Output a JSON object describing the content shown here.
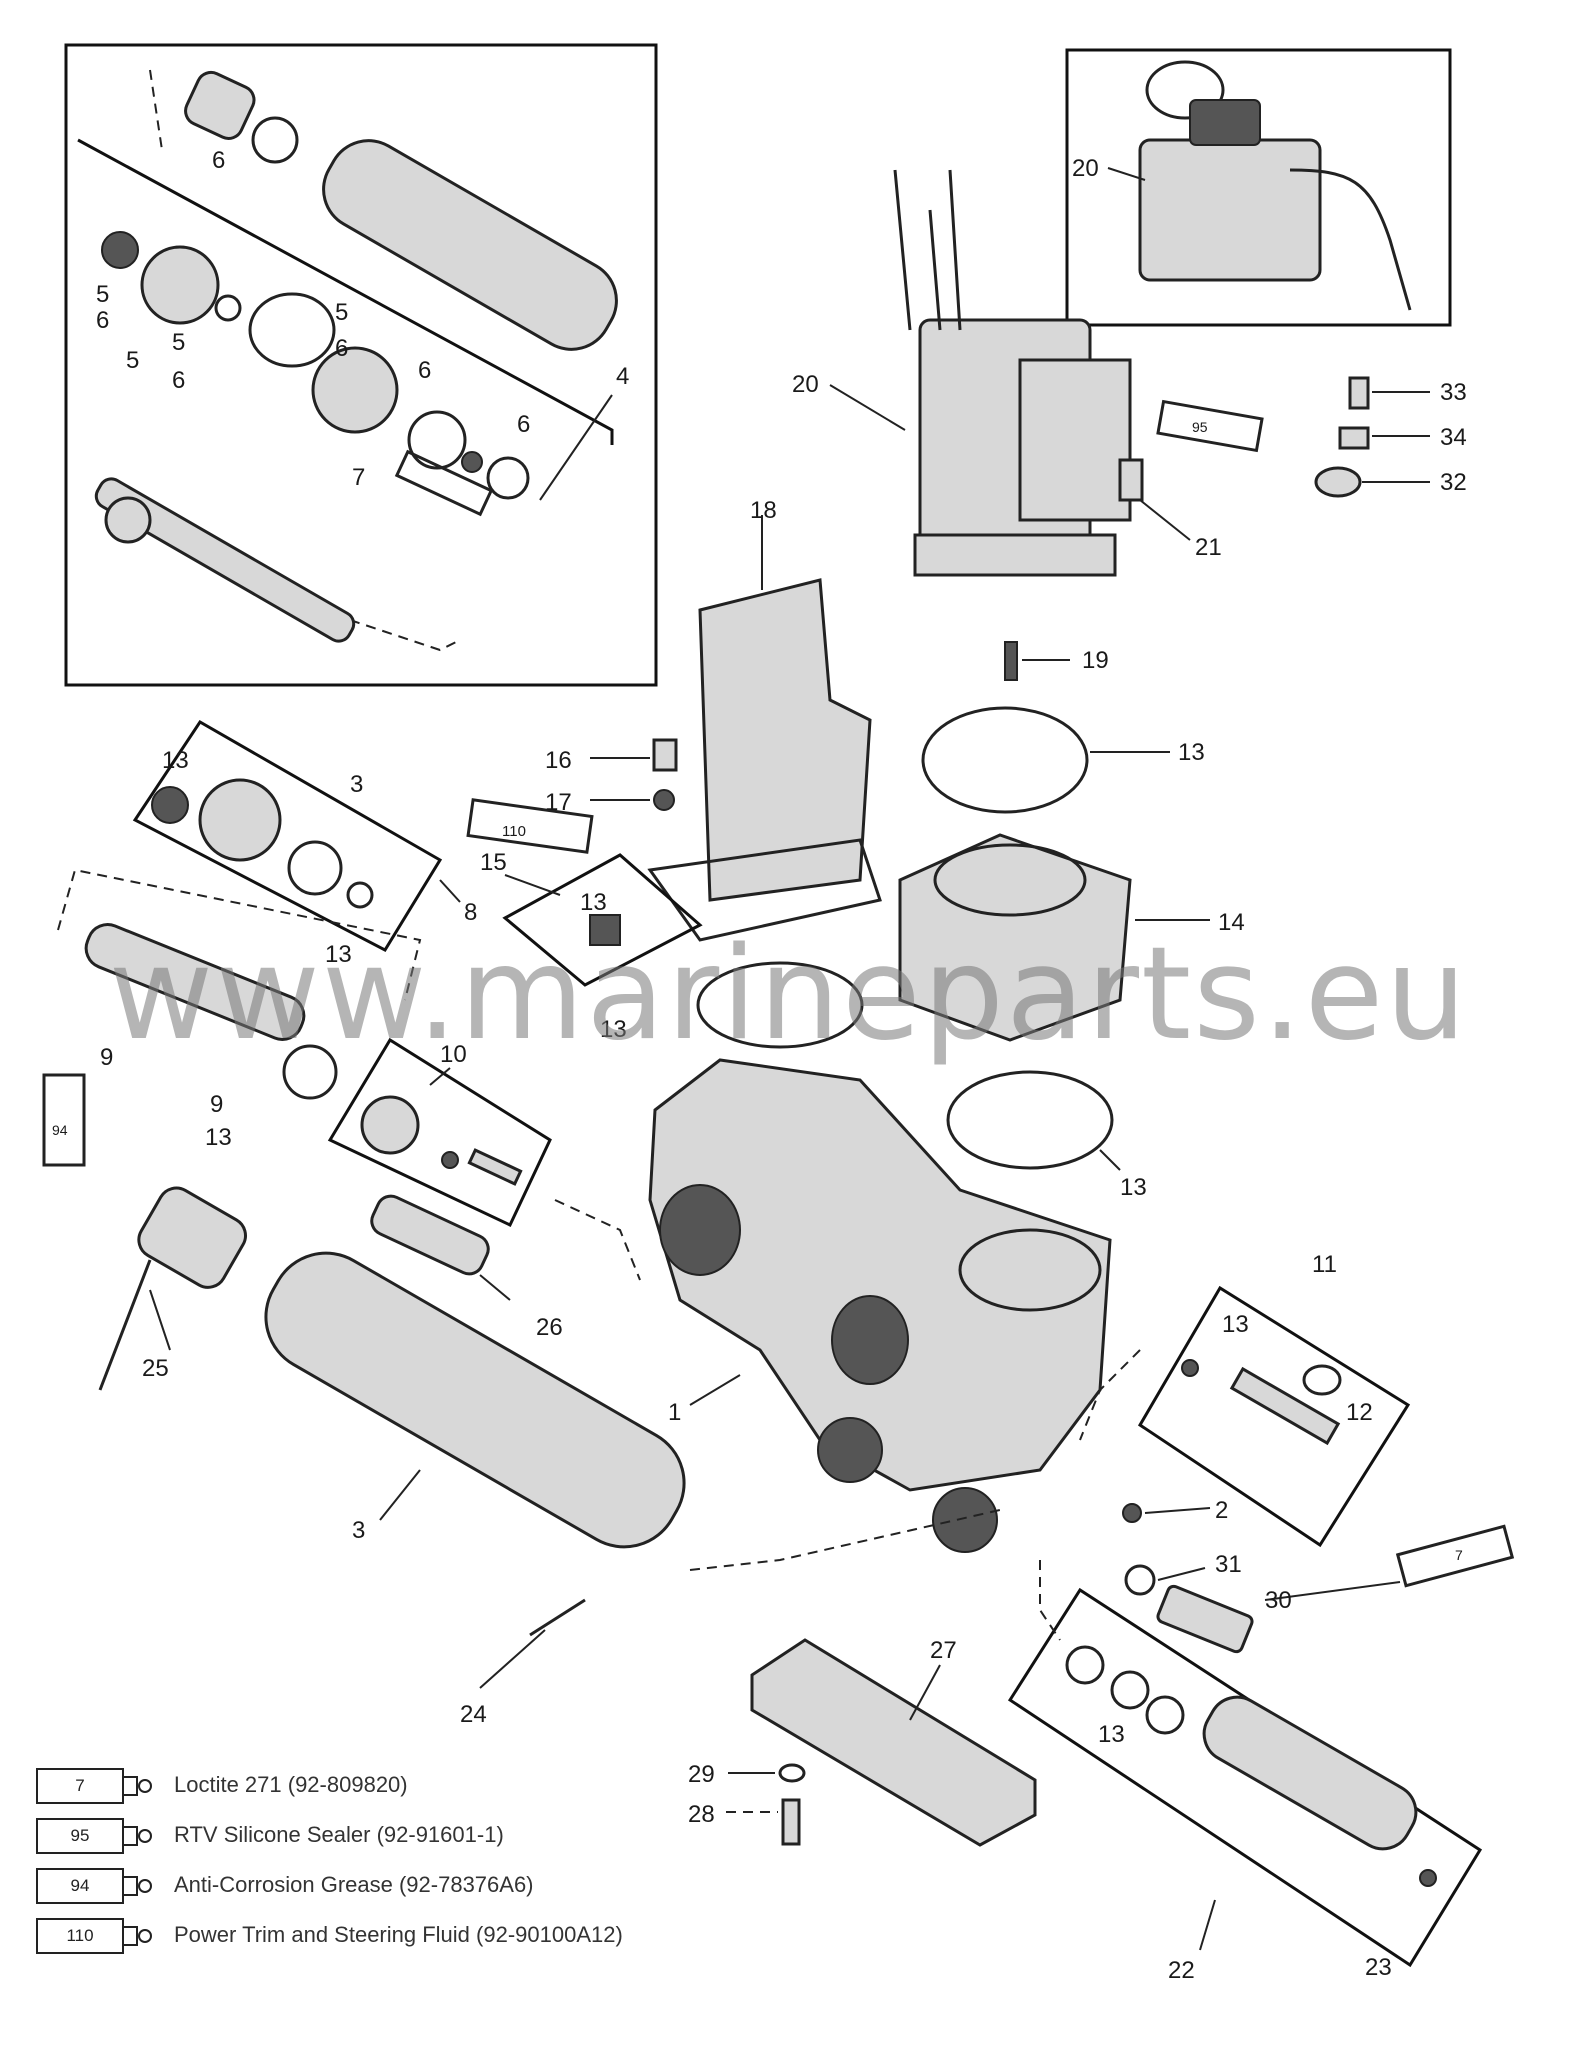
{
  "watermark": "www.marineparts.eu",
  "callouts": {
    "c1": "1",
    "c2": "2",
    "c3a": "3",
    "c3b": "3",
    "c4": "4",
    "c5a": "5",
    "c5b": "5",
    "c5c": "5",
    "c5d": "5",
    "c6a": "6",
    "c6b": "6",
    "c6c": "6",
    "c6d": "6",
    "c6e": "6",
    "c6f": "6",
    "c7": "7",
    "c8": "8",
    "c9a": "9",
    "c9b": "9",
    "c10": "10",
    "c11": "11",
    "c12": "12",
    "c13a": "13",
    "c13b": "13",
    "c13c": "13",
    "c13d": "13",
    "c13e": "13",
    "c13f": "13",
    "c13g": "13",
    "c13h": "13",
    "c13i": "13",
    "c14": "14",
    "c15": "15",
    "c16": "16",
    "c17": "17",
    "c18": "18",
    "c19": "19",
    "c20a": "20",
    "c20b": "20",
    "c21": "21",
    "c22": "22",
    "c23": "23",
    "c24": "24",
    "c25": "25",
    "c26": "26",
    "c27": "27",
    "c28": "28",
    "c29": "29",
    "c30": "30",
    "c31": "31",
    "c32": "32",
    "c33": "33",
    "c34": "34"
  },
  "tube_labels": {
    "t95": "95",
    "t110": "110",
    "t94": "94",
    "t7": "7"
  },
  "legend": [
    {
      "code": "7",
      "text": "Loctite 271 (92-809820)"
    },
    {
      "code": "95",
      "text": "RTV Silicone Sealer (92-91601-1)"
    },
    {
      "code": "94",
      "text": "Anti-Corrosion Grease (92-78376A6)"
    },
    {
      "code": "110",
      "text": "Power Trim and Steering Fluid (92-90100A12)"
    }
  ]
}
